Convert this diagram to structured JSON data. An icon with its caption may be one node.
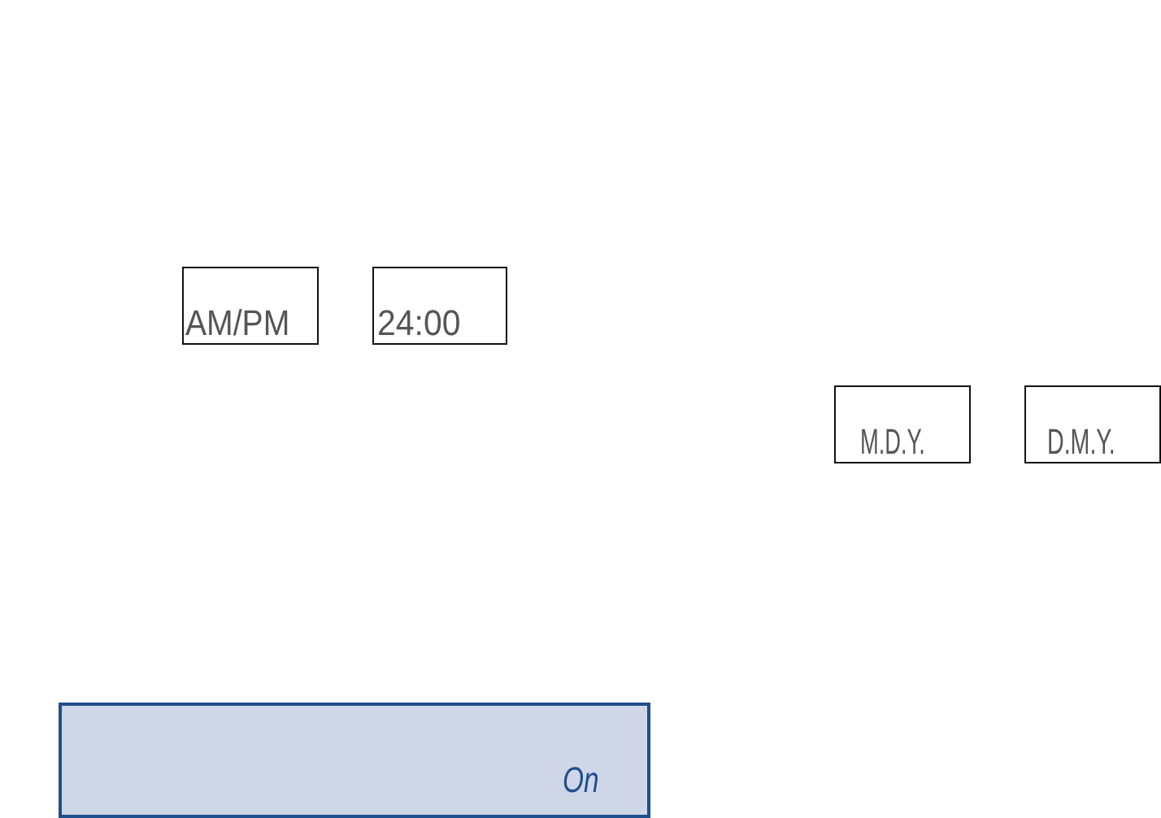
{
  "diagram": {
    "nodes": [
      {
        "text": [
          "AM/PM"
        ]
      },
      {
        "text": [
          "24:00"
        ]
      },
      {
        "text": [
          "M.D.Y."
        ]
      },
      {
        "text": [
          "D.M.Y."
        ]
      },
      {
        "text": [
          "On"
        ]
      }
    ]
  }
}
